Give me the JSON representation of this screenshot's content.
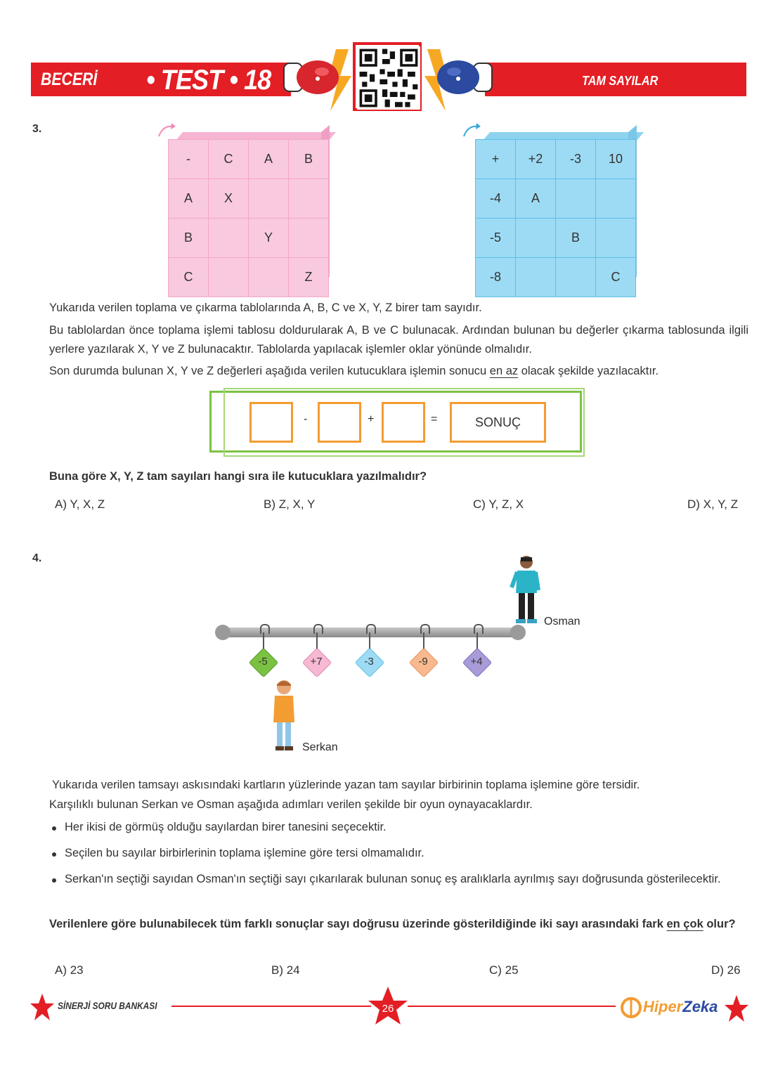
{
  "header": {
    "left_label": "BECERİ",
    "test_label": "• TEST • 18",
    "topic": "TAM SAYILAR",
    "brand_red": "#e31e24"
  },
  "question3": {
    "number": "3.",
    "subtract_table": {
      "header": [
        "-",
        "C",
        "A",
        "B"
      ],
      "rows": [
        [
          "A",
          "X",
          "",
          ""
        ],
        [
          "B",
          "",
          "Y",
          ""
        ],
        [
          "C",
          "",
          "",
          "Z"
        ]
      ],
      "color": "#f9c9df"
    },
    "add_table": {
      "header": [
        "+",
        "+2",
        "-3",
        "10"
      ],
      "rows": [
        [
          "-4",
          "A",
          "",
          ""
        ],
        [
          "-5",
          "",
          "B",
          ""
        ],
        [
          "-8",
          "",
          "",
          "C"
        ]
      ],
      "color": "#9ddbf4"
    },
    "para1": "Yukarıda verilen toplama ve çıkarma tablolarında A, B, C ve X, Y, Z birer tam sayıdır.",
    "para2": "Bu tablolardan önce toplama işlemi tablosu doldurularak A, B ve C bulunacak. Ardından bulunan bu değerler çıkarma tablosunda ilgili yerlere yazılarak X, Y ve Z bulunacaktır. Tablolarda yapılacak işlemler oklar yönünde olmalıdır.",
    "para3_a": "Son durumda bulunan X, Y ve Z değerleri aşağıda verilen kutucuklara işlemin sonucu ",
    "para3_u": "en az",
    "para3_b": " olacak şekilde yazılacaktır.",
    "ops": {
      "minus": "-",
      "plus": "+",
      "equals": "=",
      "result": "SONUÇ"
    },
    "question": "Buna göre X, Y, Z tam sayıları hangi sıra ile kutucuklara yazılmalıdır?",
    "options": [
      "A) Y, X, Z",
      "B) Z, X, Y",
      "C) Y, Z, X",
      "D) X, Y, Z"
    ]
  },
  "question4": {
    "number": "4.",
    "cards": [
      {
        "value": "-5",
        "color": "#7cc242"
      },
      {
        "value": "+7",
        "color": "#f7b8d4"
      },
      {
        "value": "-3",
        "color": "#9ddbf4"
      },
      {
        "value": "-9",
        "color": "#f9b98f"
      },
      {
        "value": "+4",
        "color": "#a99bd8"
      }
    ],
    "person_right": "Osman",
    "person_left": "Serkan",
    "para1": "Yukarıda verilen tamsayı askısındaki kartların yüzlerinde yazan tam sayılar birbirinin toplama işlemine göre tersidir.",
    "para2": "Karşılıklı bulunan Serkan ve Osman aşağıda adımları verilen şekilde bir oyun oynayacaklardır.",
    "bullets": [
      "Her ikisi de görmüş olduğu sayılardan birer tanesini seçecektir.",
      "Seçilen bu sayılar birbirlerinin toplama işlemine göre tersi olmamalıdır.",
      "Serkan'ın seçtiği sayıdan Osman'ın seçtiği sayı çıkarılarak bulunan sonuç eş aralıklarla ayrılmış sayı doğrusunda gösterilecektir."
    ],
    "question_a": "Verilenlere göre bulunabilecek tüm farklı sonuçlar sayı doğrusu üzerinde gösterildiğinde iki sayı arasındaki fark ",
    "question_u": "en çok",
    "question_b": " olur?",
    "options": [
      "A) 23",
      "B) 24",
      "C) 25",
      "D) 26"
    ]
  },
  "footer": {
    "left": "SİNERJİ SORU BANKASI",
    "page": "26",
    "brand_a": "Hiper",
    "brand_b": "Zeka"
  }
}
